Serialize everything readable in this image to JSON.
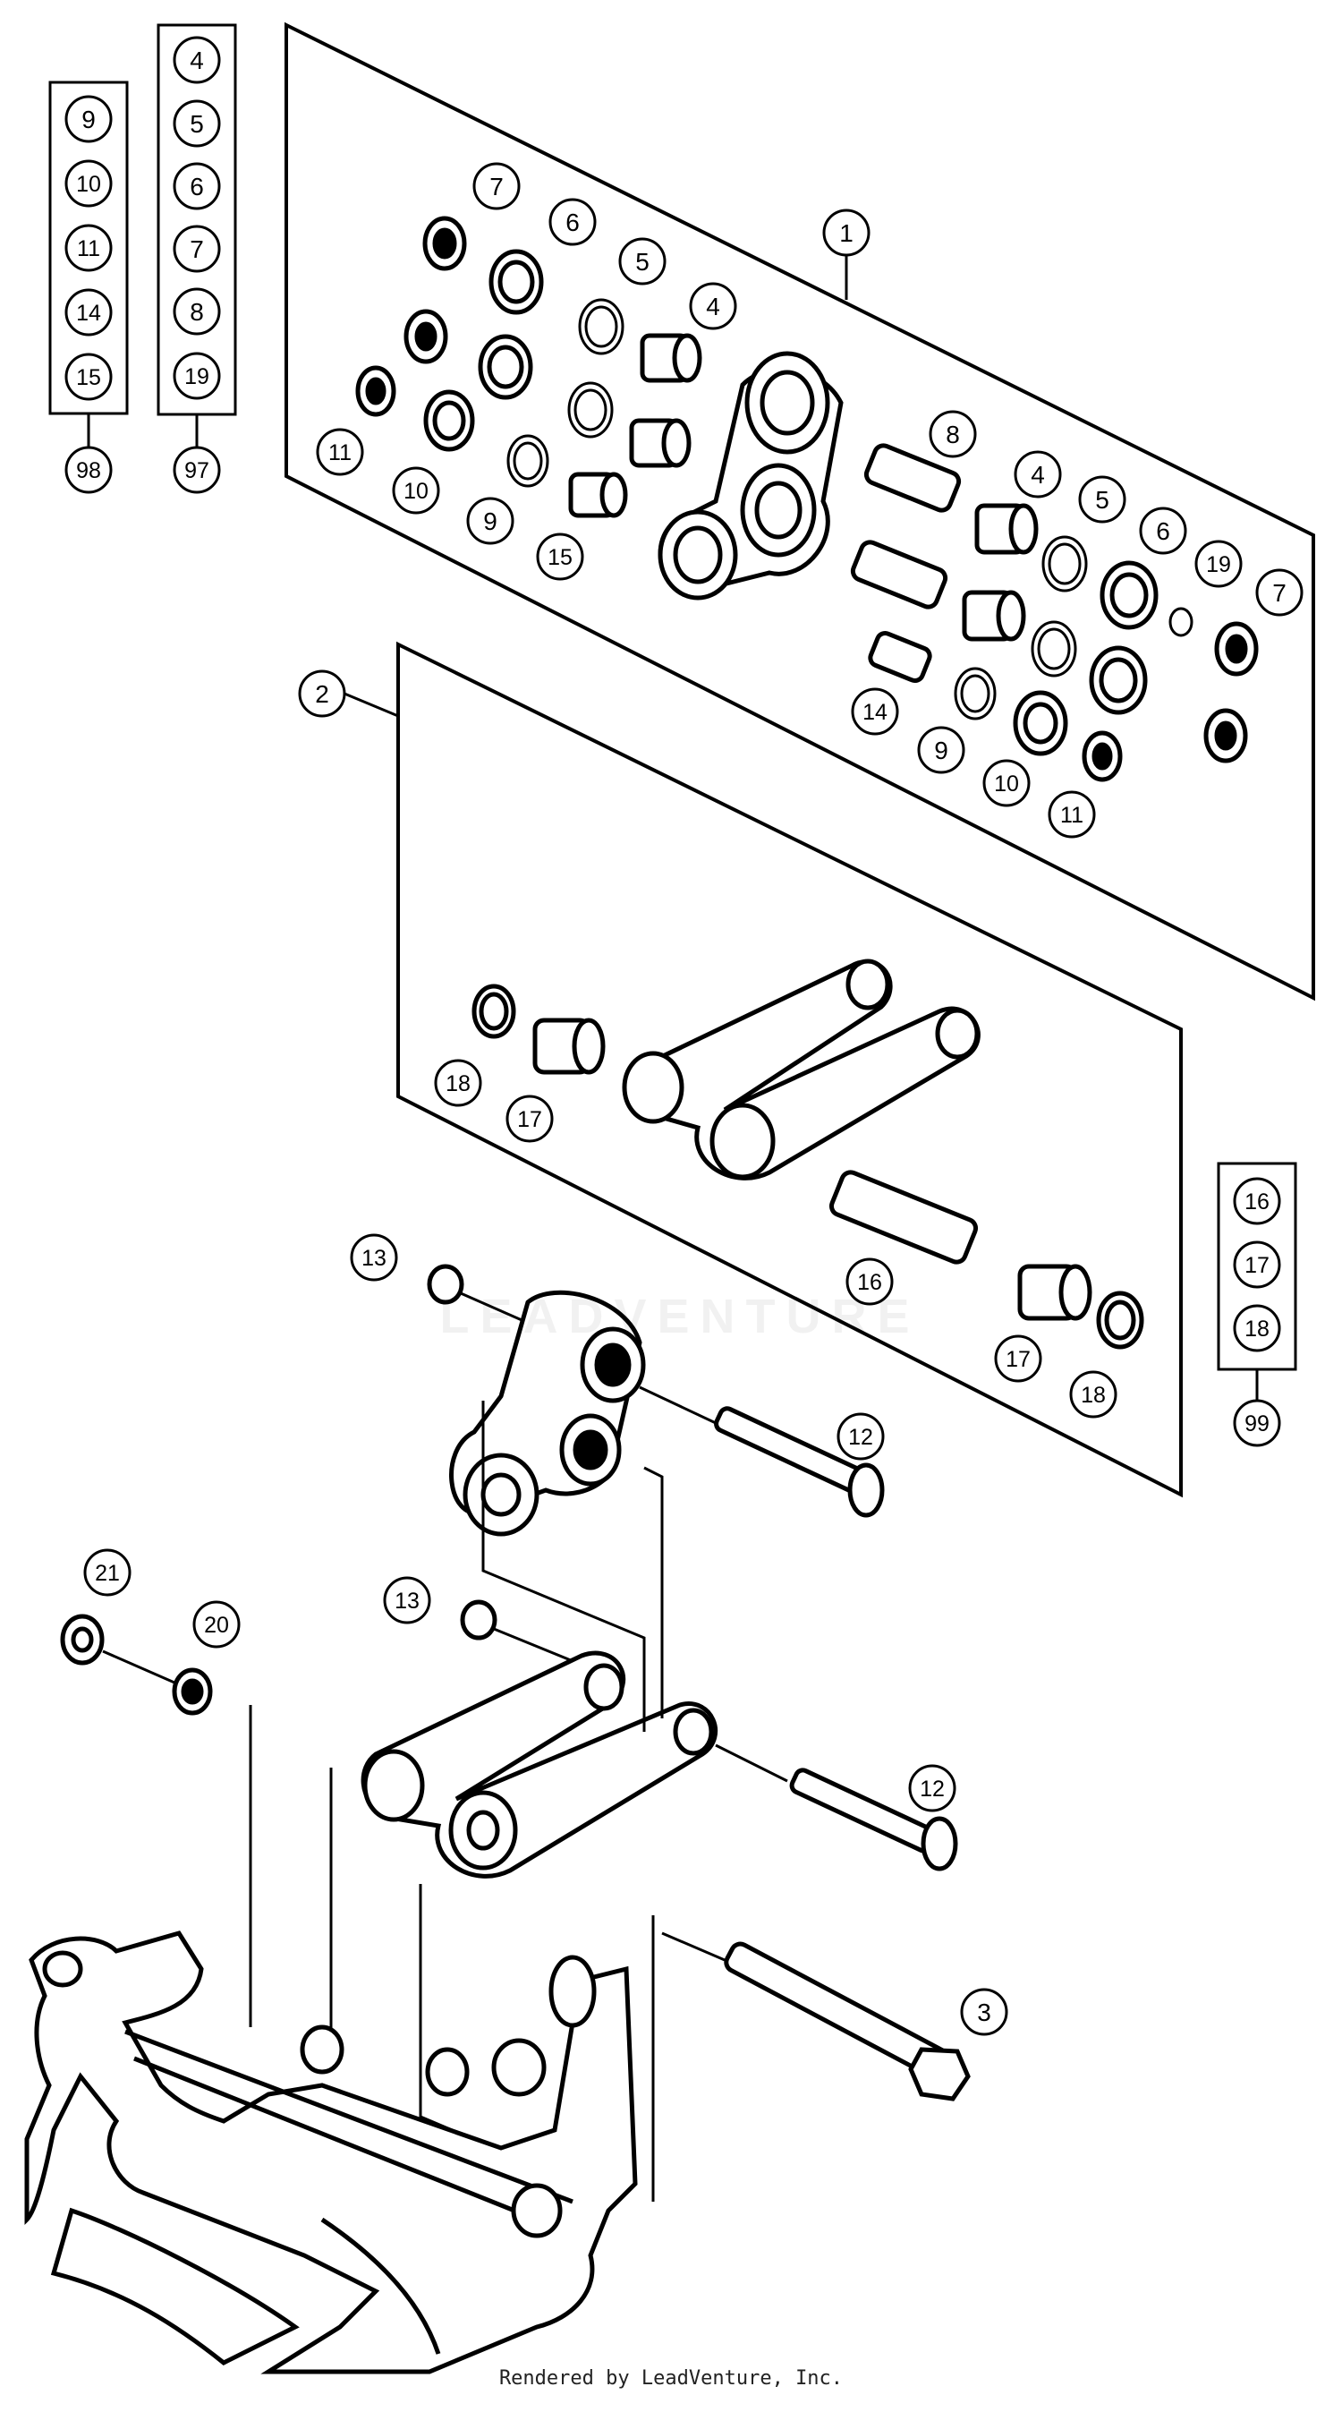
{
  "callouts": {
    "c1": "1",
    "c2": "2",
    "c3": "3",
    "c4a": "4",
    "c5a": "5",
    "c6a": "6",
    "c7a": "7",
    "c4b": "4",
    "c5b": "5",
    "c6b": "6",
    "c7b": "7",
    "c8": "8",
    "c19": "19",
    "c9a": "9",
    "c10a": "10",
    "c11a": "11",
    "c15": "15",
    "c9b": "9",
    "c10b": "10",
    "c11b": "11",
    "c14": "14",
    "c16": "16",
    "c17a": "17",
    "c17b": "17",
    "c18a": "18",
    "c18b": "18",
    "c13a": "13",
    "c13b": "13",
    "c12a": "12",
    "c12b": "12",
    "c20": "20",
    "c21": "21"
  },
  "refbox_98": {
    "items": [
      "9",
      "10",
      "11",
      "14",
      "15"
    ],
    "tag": "98"
  },
  "refbox_97": {
    "items": [
      "4",
      "5",
      "6",
      "7",
      "8",
      "19"
    ],
    "tag": "97"
  },
  "refbox_99": {
    "items": [
      "16",
      "17",
      "18"
    ],
    "tag": "99"
  },
  "watermark": "LEADVENTURE",
  "footer": "Rendered by LeadVenture, Inc."
}
